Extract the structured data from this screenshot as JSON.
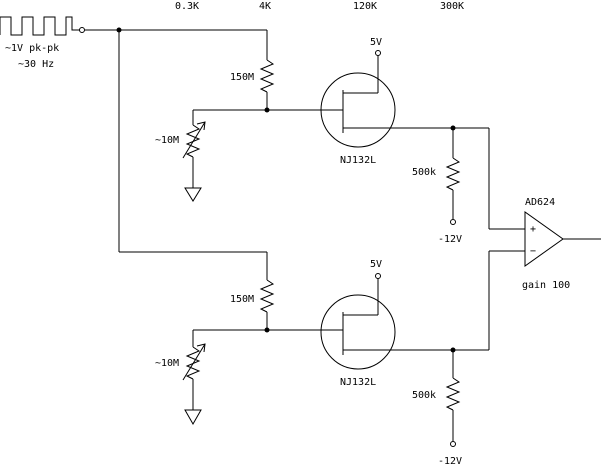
{
  "header": {
    "markers": [
      "0.3K",
      "4K",
      "120K",
      "300K"
    ]
  },
  "source": {
    "amplitude": "~1V pk-pk",
    "frequency": "~30 Hz"
  },
  "top_stage": {
    "bias_resistor": "150M",
    "pot_resistor": "~10M",
    "supply": "5V",
    "jfet": "NJ132L",
    "load_resistor": "500k",
    "neg_supply": "-12V"
  },
  "bottom_stage": {
    "bias_resistor": "150M",
    "pot_resistor": "~10M",
    "supply": "5V",
    "jfet": "NJ132L",
    "load_resistor": "500k",
    "neg_supply": "-12V"
  },
  "amplifier": {
    "part": "AD624",
    "plus": "+",
    "minus": "−",
    "gain": "gain 100"
  }
}
